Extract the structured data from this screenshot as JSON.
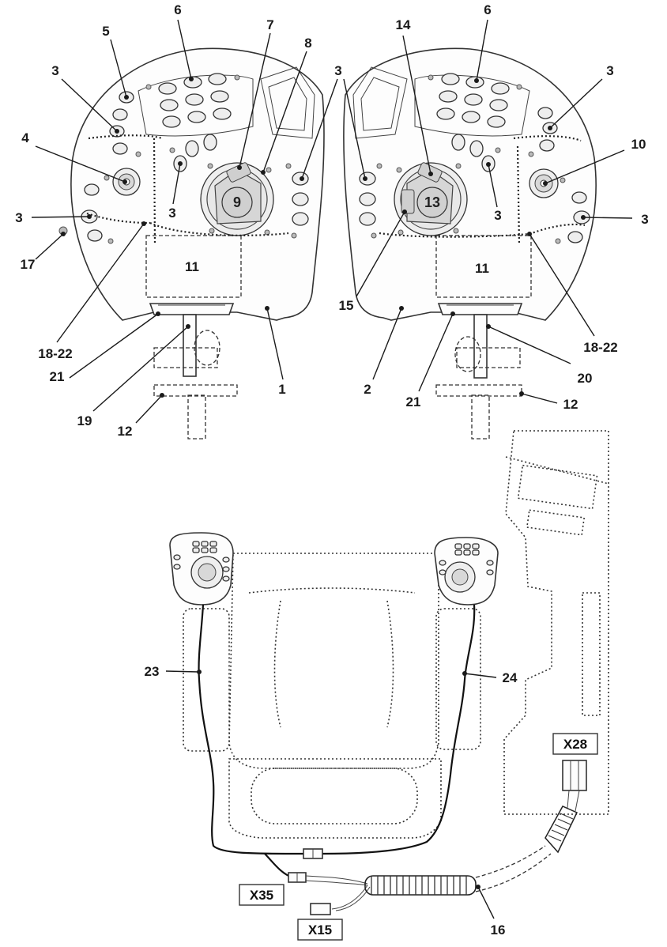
{
  "diagram": {
    "left_unit_labels": {
      "n1": "1",
      "n3a": "3",
      "n3b": "3",
      "n3c": "3",
      "n3d": "3",
      "n4": "4",
      "n5": "5",
      "n6": "6",
      "n7": "7",
      "n8": "8",
      "n9": "9",
      "n11": "11",
      "n12": "12",
      "n17": "17",
      "n18_22": "18-22",
      "n19": "19",
      "n21": "21"
    },
    "right_unit_labels": {
      "n2": "2",
      "n3a": "3",
      "n3b": "3",
      "n3c": "3",
      "n3d": "3",
      "n6": "6",
      "n10": "10",
      "n11": "11",
      "n12": "12",
      "n13": "13",
      "n14": "14",
      "n15": "15",
      "n18_22": "18-22",
      "n20": "20",
      "n21": "21"
    },
    "cab_labels": {
      "n16": "16",
      "n23": "23",
      "n24": "24"
    },
    "connectors": {
      "x28": "X28",
      "x35": "X35",
      "x15": "X15"
    }
  }
}
